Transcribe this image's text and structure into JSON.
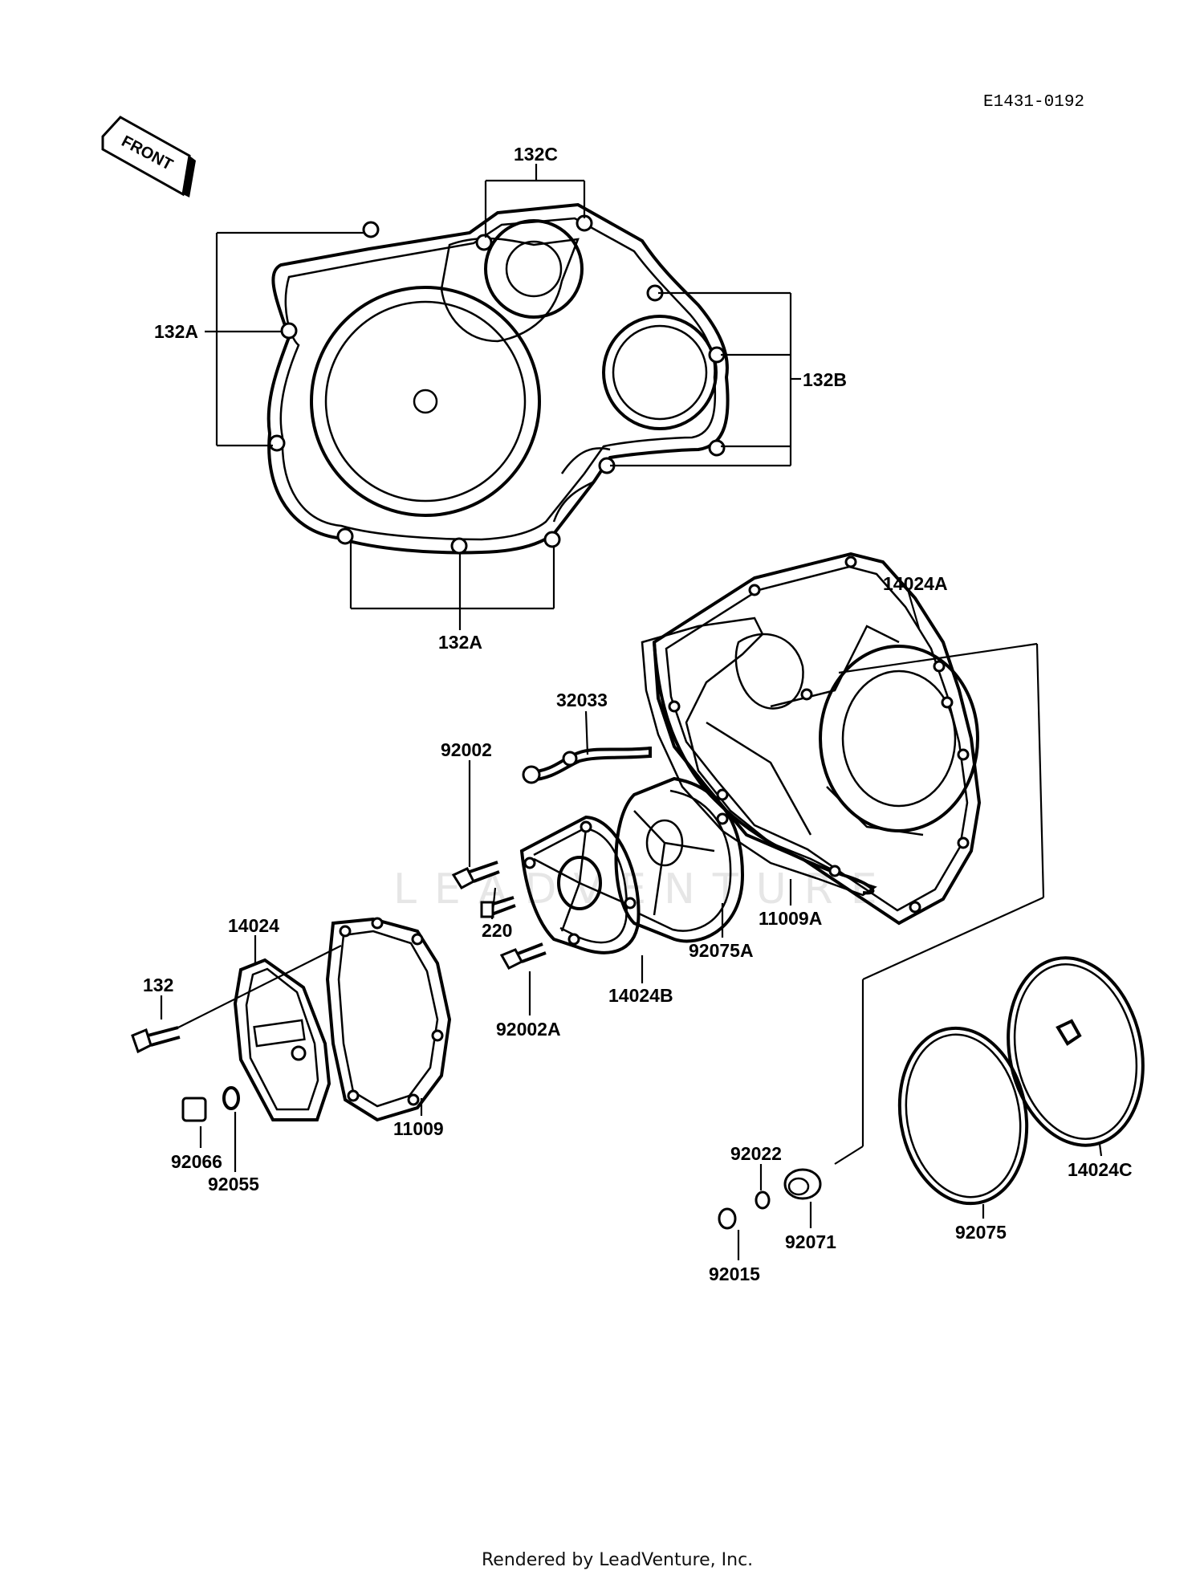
{
  "diagram": {
    "code": "E1431-0192",
    "front_label": "FRONT",
    "watermark": "LEADVENTURE",
    "footer": "Rendered by LeadVenture, Inc.",
    "callouts": {
      "c132C": "132C",
      "c132A_left": "132A",
      "c132B": "132B",
      "c132A_bottom": "132A",
      "c14024A": "14024A",
      "c32033": "32033",
      "c92002": "92002",
      "c220": "220",
      "c11009A": "11009A",
      "c92075A": "92075A",
      "c14024B": "14024B",
      "c14024": "14024",
      "c132": "132",
      "c92002A": "92002A",
      "c11009": "11009",
      "c92066": "92066",
      "c92055": "92055",
      "c92022": "92022",
      "c92071": "92071",
      "c92015": "92015",
      "c92075": "92075",
      "c14024C": "14024C"
    }
  }
}
